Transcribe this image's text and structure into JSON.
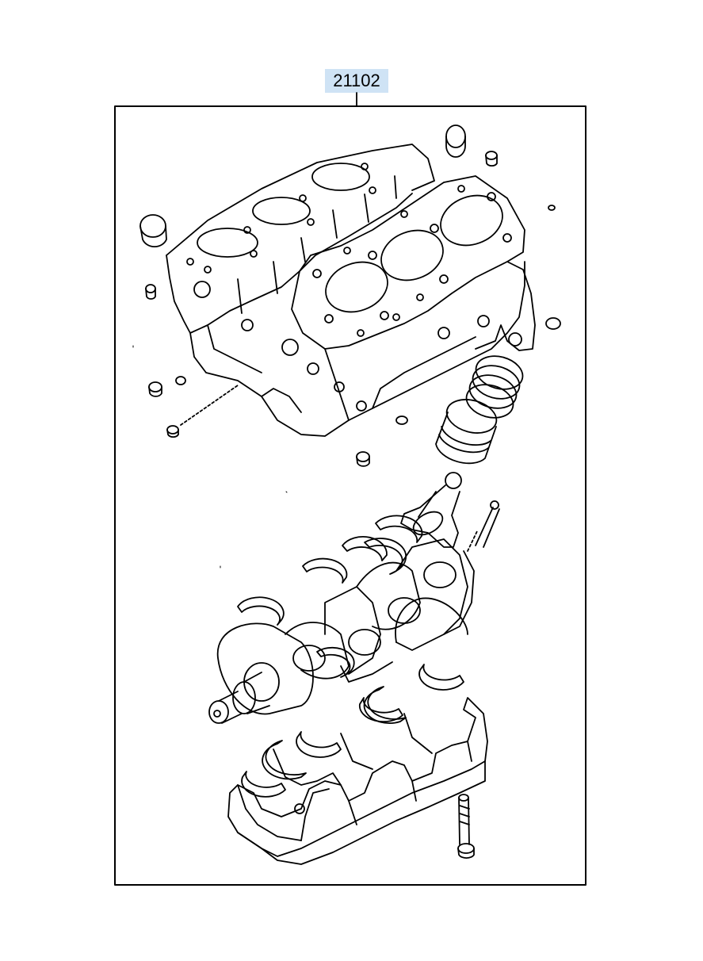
{
  "part_label": {
    "text": "21102",
    "highlight_color": "#cfe3f5"
  },
  "diagram": {
    "subject": "short-engine-assembly",
    "components": [
      "cylinder-block",
      "piston-with-rings",
      "connecting-rod",
      "crankshaft",
      "main-bearing-shells",
      "bearing-cap-ladder",
      "bolts",
      "core-plugs-and-dowels"
    ],
    "line_color": "#000000"
  }
}
